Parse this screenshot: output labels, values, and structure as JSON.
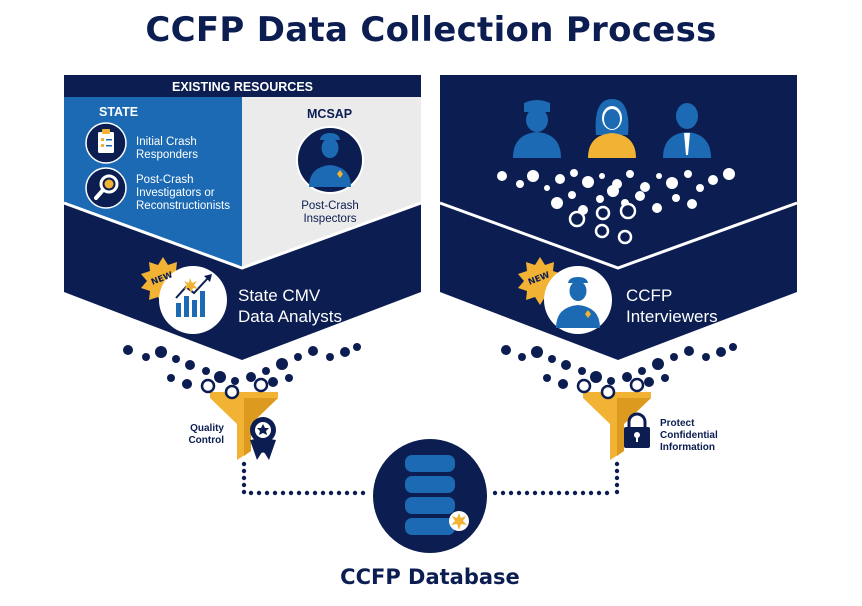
{
  "title": "CCFP Data Collection Process",
  "left_panel": {
    "header": "EXISTING RESOURCES",
    "state": {
      "label": "STATE",
      "items": [
        {
          "icon": "clipboard-icon",
          "label_lines": [
            "Initial Crash",
            "Responders"
          ]
        },
        {
          "icon": "magnifier-icon",
          "label_lines": [
            "Post-Crash",
            "Investigators or",
            "Reconstructionists"
          ]
        }
      ]
    },
    "mcsap": {
      "label": "MCSAP",
      "icon": "officer-icon",
      "label_lines": [
        "Post-Crash",
        "Inspectors"
      ]
    },
    "analysts": {
      "badge": "NEW",
      "icon": "bar-chart-icon",
      "label_lines": [
        "State CMV",
        "Data Analysts"
      ]
    },
    "filter": {
      "icon": "award-ribbon-icon",
      "label_lines": [
        "Quality",
        "Control"
      ]
    }
  },
  "right_panel": {
    "people_icons": [
      "driver-icon",
      "woman-icon",
      "man-icon"
    ],
    "interviewers": {
      "badge": "NEW",
      "icon": "officer-icon",
      "label_lines": [
        "CCFP",
        "Interviewers"
      ]
    },
    "filter": {
      "icon": "padlock-icon",
      "label_lines": [
        "Protect",
        "Confidential",
        "Information"
      ]
    }
  },
  "database": {
    "icon": "database-icon",
    "label": "CCFP Database"
  },
  "colors": {
    "navy": "#0b1d51",
    "blue": "#1c6ab4",
    "light_gray": "#ebebeb",
    "gold": "#f2b233",
    "white": "#ffffff"
  }
}
